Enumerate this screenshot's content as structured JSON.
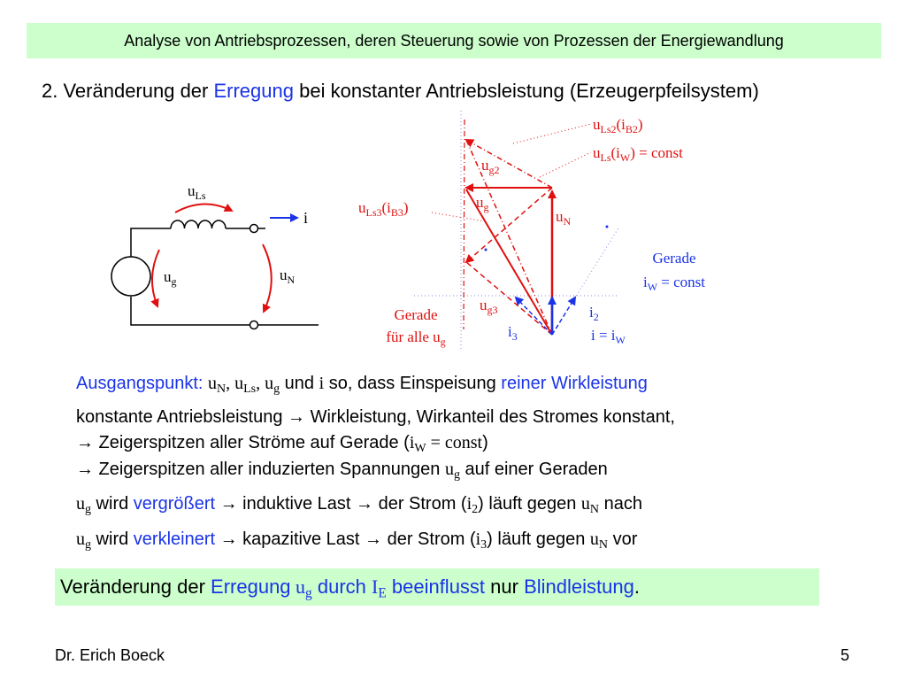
{
  "header": {
    "title": "Analyse von Antriebsprozessen, deren Steuerung sowie von Prozessen der Energiewandlung"
  },
  "subtitle": {
    "prefix": "2. Veränderung der ",
    "highlight": "Erregung",
    "suffix": " bei konstanter Antriebsleistung (Erzeugerpfeilsystem)"
  },
  "circuit": {
    "uLs": "u",
    "uLs_sub": "Ls",
    "i": "i",
    "ug": "u",
    "ug_sub": "g",
    "uN": "u",
    "uN_sub": "N"
  },
  "phasor": {
    "uLs2": "u",
    "uLs2_sub": "Ls2",
    "uLs2_arg": "(i",
    "uLs2_arg_sub": "B2",
    "uLs2_close": ")",
    "uLs": "u",
    "uLs_sub": "Ls",
    "uLs_arg": "(i",
    "uLs_arg_sub": "W",
    "uLs_tail": ") = const",
    "ug2": "u",
    "ug2_sub": "g2",
    "ug": "u",
    "ug_sub": "g",
    "uN": "u",
    "uN_sub": "N",
    "uLs3": "u",
    "uLs3_sub": "Ls3",
    "uLs3_arg": "(i",
    "uLs3_arg_sub": "B3",
    "uLs3_close": ")",
    "gerade_const_l1": "Gerade",
    "gerade_const_l2a": "i",
    "gerade_const_l2_sub": "W",
    "gerade_const_l2b": " = const",
    "ug3": "u",
    "ug3_sub": "g3",
    "gerade_ug_l1": "Gerade",
    "gerade_ug_l2a": "für alle u",
    "gerade_ug_l2_sub": "g",
    "i2": "i",
    "i2_sub": "2",
    "i3": "i",
    "i3_sub": "3",
    "i_iw_a": "i = i",
    "i_iw_sub": "W"
  },
  "body": {
    "line1_label": "Ausgangspunkt: ",
    "line1_uN": "u",
    "line1_uN_sub": "N",
    "line1_sep1": ", ",
    "line1_uLs": "u",
    "line1_uLs_sub": "Ls",
    "line1_sep2": ", ",
    "line1_ug": "u",
    "line1_ug_sub": "g",
    "line1_und": " und ",
    "line1_i": "i",
    "line1_so": " so, dass Einspeisung ",
    "line1_highlight": "reiner Wirkleistung",
    "line2": "konstante Antriebsleistung → Wirkleistung, Wirkanteil des Stromes konstant,",
    "line3a": "→ Zeigerspitzen aller Ströme auf Gerade (",
    "line3_i": "i",
    "line3_sub": "W",
    "line3_b": " = const",
    "line3_c": ")",
    "line4a": "→ Zeigerspitzen aller induzierten Spannungen ",
    "line4_u": "u",
    "line4_sub": "g",
    "line4_b": " auf einer Geraden",
    "line5_u": "u",
    "line5_sub": "g",
    "line5_a": " wird ",
    "line5_hl": "vergrößert",
    "line5_b": " → induktive Last   → der Strom (",
    "line5_i": "i",
    "line5_isub": "2",
    "line5_c": ") läuft gegen ",
    "line5_uN": "u",
    "line5_uN_sub": "N",
    "line5_d": " nach",
    "line6_u": "u",
    "line6_sub": "g",
    "line6_a": " wird ",
    "line6_hl": "verkleinert",
    "line6_b": " → kapazitive Last → der Strom (",
    "line6_i": "i",
    "line6_isub": "3",
    "line6_c": ") läuft gegen ",
    "line6_uN": "u",
    "line6_uN_sub": "N",
    "line6_d": " vor"
  },
  "conclusion": {
    "a": "Veränderung der ",
    "hl1": "Erregung",
    "u": " u",
    "u_sub": "g",
    "hl2": " durch ",
    "I": "I",
    "I_sub": "E",
    "hl3": " beeinflusst",
    "b": " nur ",
    "hl4": "Blindleistung",
    "c": "."
  },
  "footer": {
    "author": "Dr. Erich Boeck",
    "page": "5"
  },
  "colors": {
    "header_bg": "#ccffcc",
    "highlight_blue": "#1a33e6",
    "vector_red": "#e01010",
    "axis_dotted": "#8888dd"
  }
}
